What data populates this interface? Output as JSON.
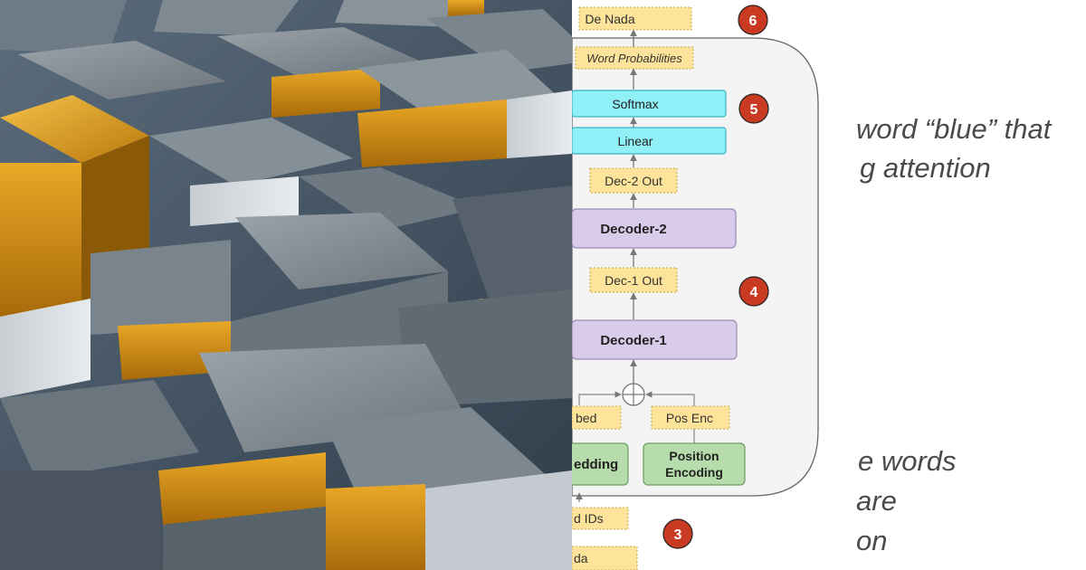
{
  "colors": {
    "block_fill": "#d9ccea",
    "block_stroke": "#9a8bb3",
    "cyan_fill": "#8ff0f7",
    "cyan_stroke": "#3ab3c4",
    "green_fill": "#b5dcaa",
    "green_stroke": "#6f9c63",
    "tag_fill": "#fde49a",
    "tag_stroke": "#c9a34a",
    "badge_fill": "#c93a22",
    "container_fill": "#f4f4f4"
  },
  "diagram": {
    "output_tag": "De Nada",
    "probs_tag": "Word Probabilities",
    "softmax": "Softmax",
    "linear": "Linear",
    "dec2_out_tag": "Dec-2 Out",
    "decoder2": "Decoder-2",
    "dec1_out_tag": "Dec-1 Out",
    "decoder1": "Decoder-1",
    "embed_tag": "bed",
    "pos_enc_tag": "Pos Enc",
    "embedding": "edding",
    "position_encoding_line1": "Position",
    "position_encoding_line2": "Encoding",
    "word_ids_tag": "d IDs",
    "input_tag": "da",
    "badge6": "6",
    "badge5": "5",
    "badge4": "4",
    "badge3": "3"
  },
  "notes": {
    "line1": "word “blue” that",
    "line2": "g attention",
    "line3": "e words",
    "line4": "are",
    "line5": "on"
  }
}
